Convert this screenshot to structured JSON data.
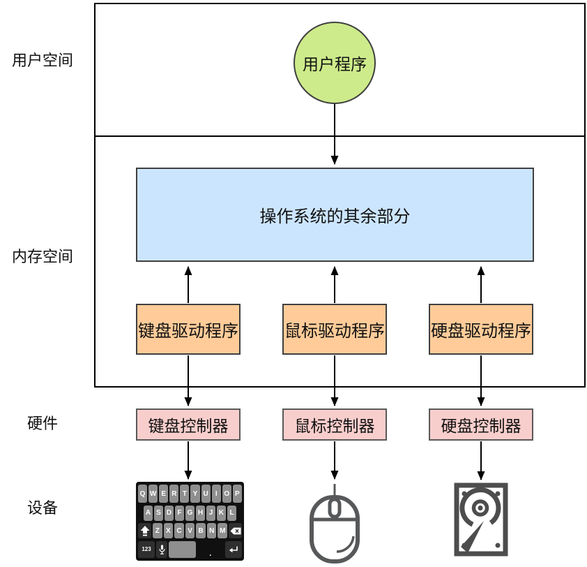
{
  "colors": {
    "green_fill": "#cdeb8b",
    "blue_fill": "#cce5ff",
    "orange_fill": "#ffcc99",
    "pink_fill": "#f8cecc",
    "kb_bg": "#101010",
    "key_gray": "#8f8f8f",
    "key_dark": "#2f2f2f",
    "icon_gray": "#57585a",
    "disk_gray": "#4d4d4d"
  },
  "labels": {
    "user_space": "用户空间",
    "memory_space": "内存空间",
    "hardware": "硬件",
    "devices": "设备"
  },
  "nodes": {
    "user_program": "用户程序",
    "os_rest": "操作系统的其余部分",
    "drivers": [
      "键盘驱动程序",
      "鼠标驱动程序",
      "硬盘驱动程序"
    ],
    "controllers": [
      "键盘控制器",
      "鼠标控制器",
      "硬盘控制器"
    ]
  },
  "keyboard_icon": {
    "row1": [
      "Q",
      "W",
      "E",
      "R",
      "T",
      "Y",
      "U",
      "I",
      "O",
      "P"
    ],
    "row2": [
      "A",
      "S",
      "D",
      "F",
      "G",
      "H",
      "J",
      "K",
      "L"
    ],
    "row3": [
      "Z",
      "X",
      "C",
      "V",
      "B",
      "N",
      "M"
    ],
    "num_key": "123",
    "period_key": "."
  }
}
